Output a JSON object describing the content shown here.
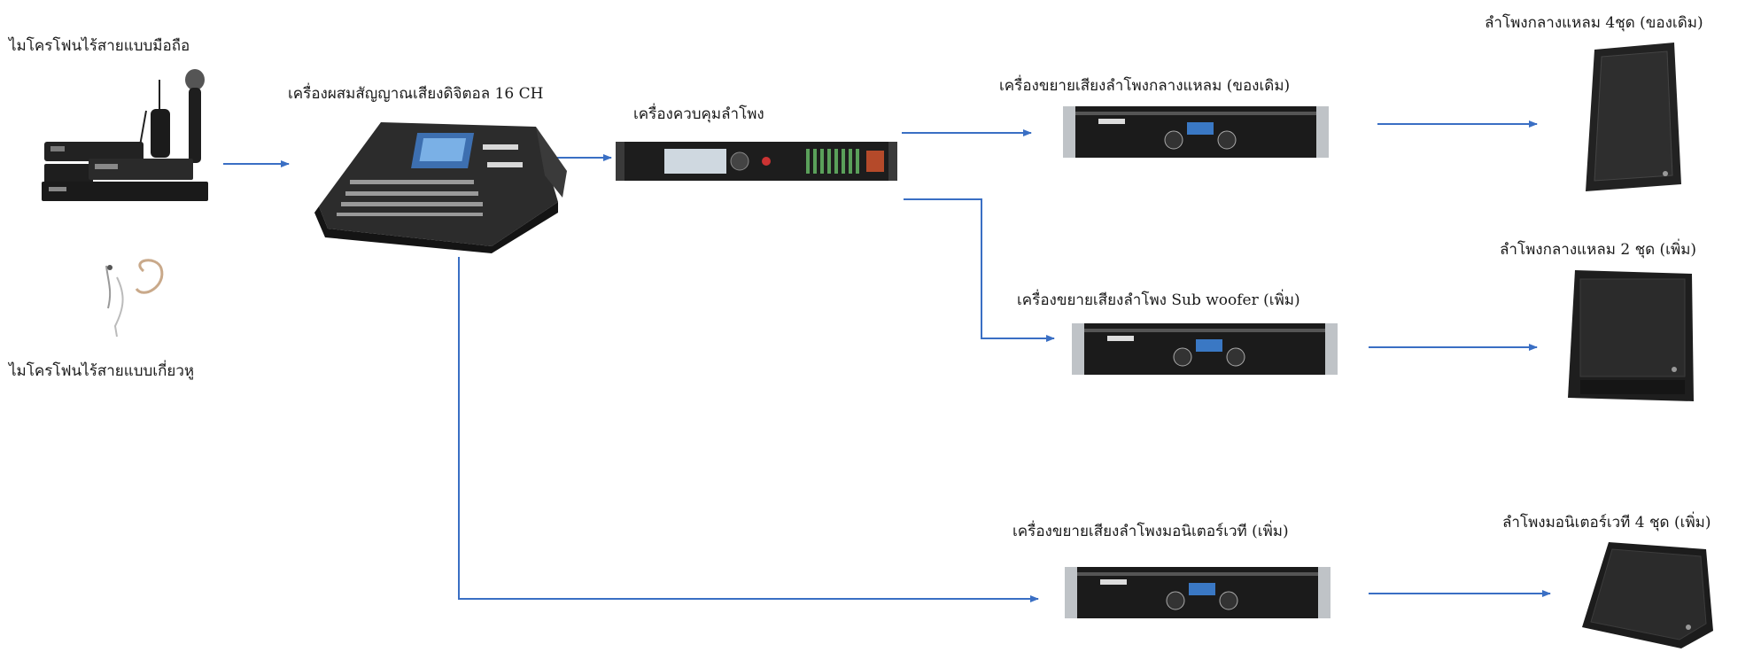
{
  "labels": {
    "mic_handheld": "ไมโครโฟนไร้สายแบบมือถือ",
    "mic_ear": "ไมโครโฟนไร้สายแบบเกี่ยวหู",
    "mixer": "เครื่องผสมสัญญาณเสียงดิจิตอล 16 CH",
    "controller": "เครื่องควบคุมลำโพง",
    "amp_main": "เครื่องขยายเสียงลำโพงกลางแหลม (ของเดิม)",
    "amp_sub": "เครื่องขยายเสียงลำโพง Sub woofer (เพิ่ม)",
    "amp_monitor": "เครื่องขยายเสียงลำโพงมอนิเตอร์เวที (เพิ่ม)",
    "spk_main": "ลำโพงกลางแหลม 4ชุด (ของเดิม)",
    "spk_sub": "ลำโพงกลางแหลม 2 ชุด (เพิ่ม)",
    "spk_monitor": "ลำโพงมอนิเตอร์เวที 4 ชุด (เพิ่ม)"
  },
  "colors": {
    "arrow": "#3a6fc4",
    "device": "#1c1c1c",
    "panel": "#bfc3c7"
  }
}
